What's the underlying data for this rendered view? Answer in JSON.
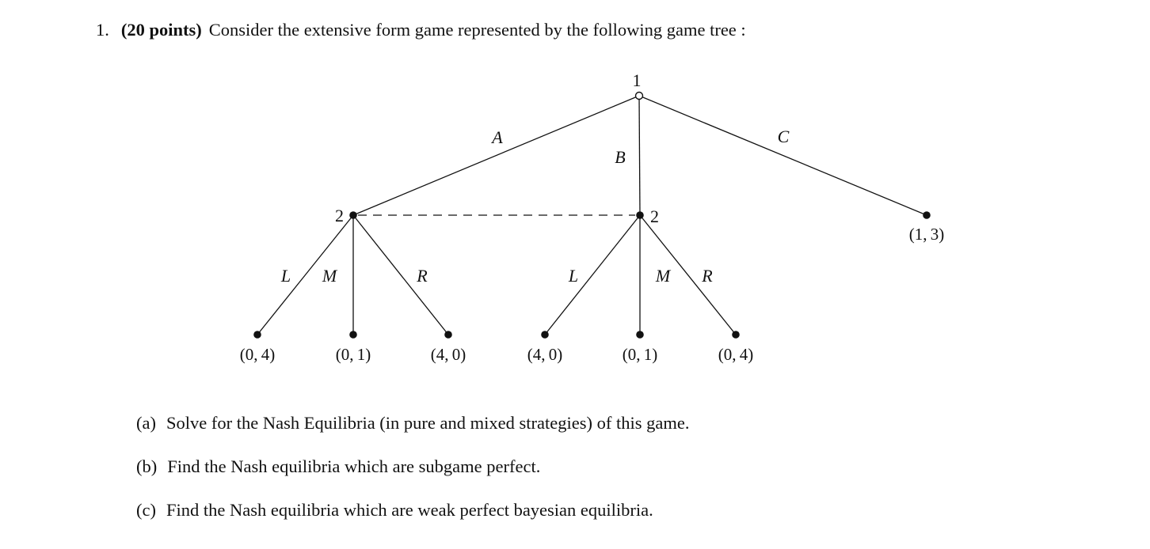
{
  "title": {
    "number": "1.",
    "points": "(20 points)",
    "text": "Consider the extensive form game represented by the following game tree :"
  },
  "colors": {
    "ink": "#111111",
    "background": "#ffffff"
  },
  "tree": {
    "players": {
      "root": "1",
      "left_info_node": "2",
      "right_info_node": "2"
    },
    "root_actions": {
      "a": "A",
      "b": "B",
      "c": "C"
    },
    "left_node_actions": {
      "l": "L",
      "m": "M",
      "r": "R"
    },
    "right_node_actions": {
      "l": "L",
      "m": "M",
      "r": "R"
    },
    "information_set": "dashed line linking the two player-2 nodes",
    "payoffs": {
      "c_terminal": "(1, 3)",
      "left_terminals": [
        "(0, 4)",
        "(0, 1)",
        "(4, 0)"
      ],
      "right_terminals": [
        "(4, 0)",
        "(0, 1)",
        "(0, 4)"
      ]
    }
  },
  "questions": [
    {
      "label": "(a)",
      "text": "Solve for the Nash Equilibria (in pure and mixed strategies) of this game."
    },
    {
      "label": "(b)",
      "text": "Find the Nash equilibria which are subgame perfect."
    },
    {
      "label": "(c)",
      "text": "Find the Nash equilibria which are weak perfect bayesian equilibria."
    }
  ]
}
